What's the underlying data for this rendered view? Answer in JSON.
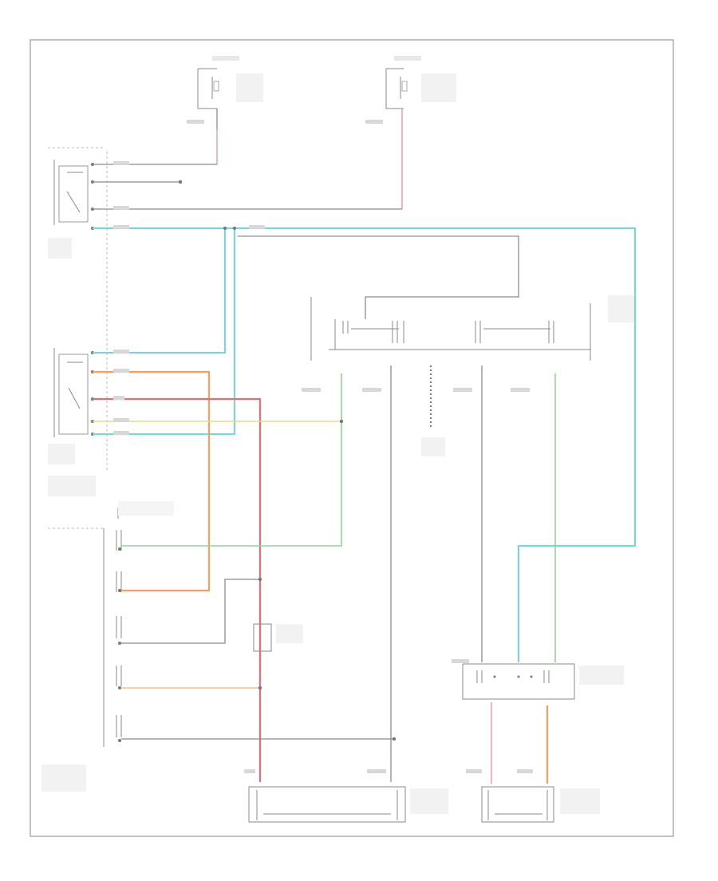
{
  "diagram": {
    "footer_code": "",
    "modules": [
      {
        "id": "fuse_hot_run",
        "label": ""
      },
      {
        "id": "fuse_hot_all",
        "label": ""
      },
      {
        "id": "power_relay",
        "label": ""
      },
      {
        "id": "park_relay",
        "label": ""
      },
      {
        "id": "ground_point",
        "label": ""
      },
      {
        "id": "driver_switch_assembly",
        "label": ""
      },
      {
        "id": "driver_motor",
        "label": ""
      },
      {
        "id": "passenger_switch",
        "label": ""
      },
      {
        "id": "passenger_motor",
        "label": ""
      },
      {
        "id": "resistor_module",
        "label": ""
      },
      {
        "id": "hot_switch_left",
        "label": ""
      },
      {
        "id": "hot_switch_right",
        "label": ""
      }
    ],
    "wire_colors": {
      "gray": "#8c8c8c",
      "pink": "#f3a0a8",
      "red": "#ee6a72",
      "cyan": "#7fd4d8",
      "orange": "#f6a060",
      "yellow": "#e8d88a",
      "green": "#8fd69a",
      "light_orange": "#f4c090"
    }
  }
}
